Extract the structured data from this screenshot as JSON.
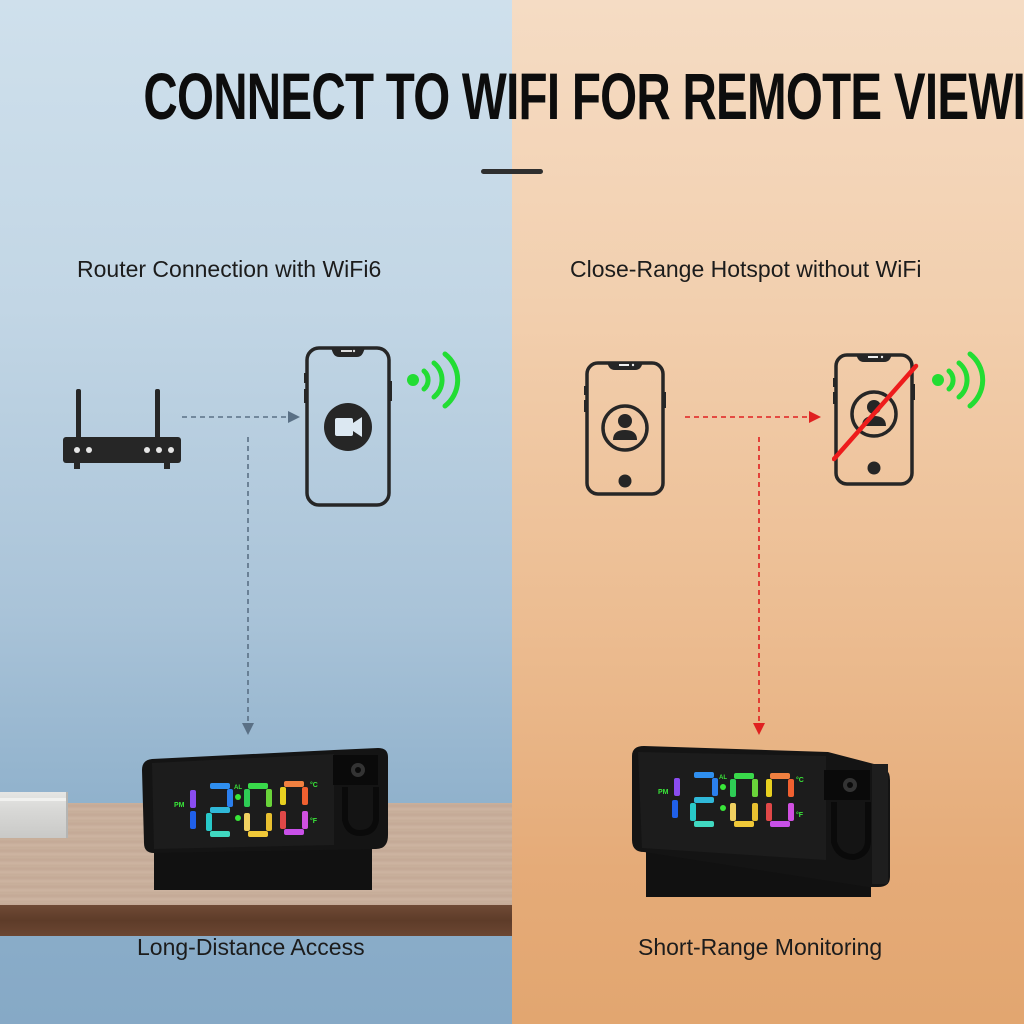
{
  "title": "CONNECT TO WIFI FOR REMOTE VIEWING",
  "panels": {
    "left": {
      "subtitle": "Router Connection with WiFi6",
      "caption": "Long-Distance Access",
      "background_color": "#c2d6e5",
      "arrow_color": "#5a7085",
      "icons": [
        "router-icon",
        "phone-camera-icon",
        "wifi-signal-icon",
        "alarm-clock-camera-icon"
      ]
    },
    "right": {
      "subtitle": "Close-Range Hotspot without WiFi",
      "caption": "Short-Range Monitoring",
      "background_color": "#f2cfae",
      "arrow_color": "#e02020",
      "icons": [
        "phone-user-icon",
        "phone-user-crossed-icon",
        "wifi-signal-icon",
        "alarm-clock-camera-icon"
      ]
    }
  },
  "clock": {
    "time": "12:00",
    "indicators": [
      "PM",
      "AL",
      "°C",
      "°F"
    ]
  },
  "colors": {
    "wifi_green": "#22dd33",
    "cross_red": "#ee1c1c",
    "icon_dark": "#262626"
  }
}
